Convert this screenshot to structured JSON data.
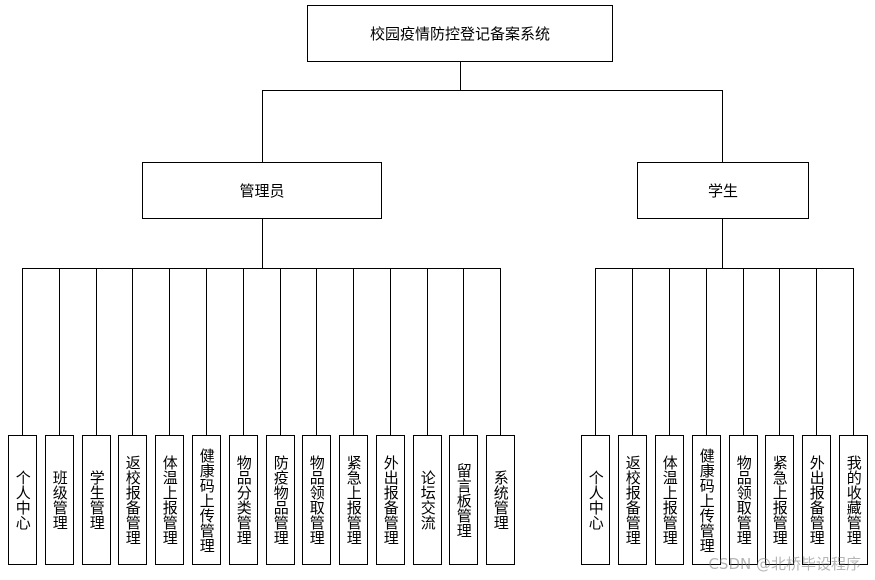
{
  "diagram": {
    "root": {
      "label": "校园疫情防控登记备案系统"
    },
    "branches": [
      {
        "key": "admin",
        "label": "管理员",
        "children": [
          "个人中心",
          "班级管理",
          "学生管理",
          "返校报备管理",
          "体温上报管理",
          "健康码上传管理",
          "物品分类管理",
          "防疫物品管理",
          "物品领取管理",
          "紧急上报管理",
          "外出报备管理",
          "论坛交流",
          "留言板管理",
          "系统管理"
        ]
      },
      {
        "key": "student",
        "label": "学生",
        "children": [
          "个人中心",
          "返校报备管理",
          "体温上报管理",
          "健康码上传管理",
          "物品领取管理",
          "紧急上报管理",
          "外出报备管理",
          "我的收藏管理"
        ]
      }
    ]
  },
  "watermark": "CSDN @北桥毕设程序"
}
